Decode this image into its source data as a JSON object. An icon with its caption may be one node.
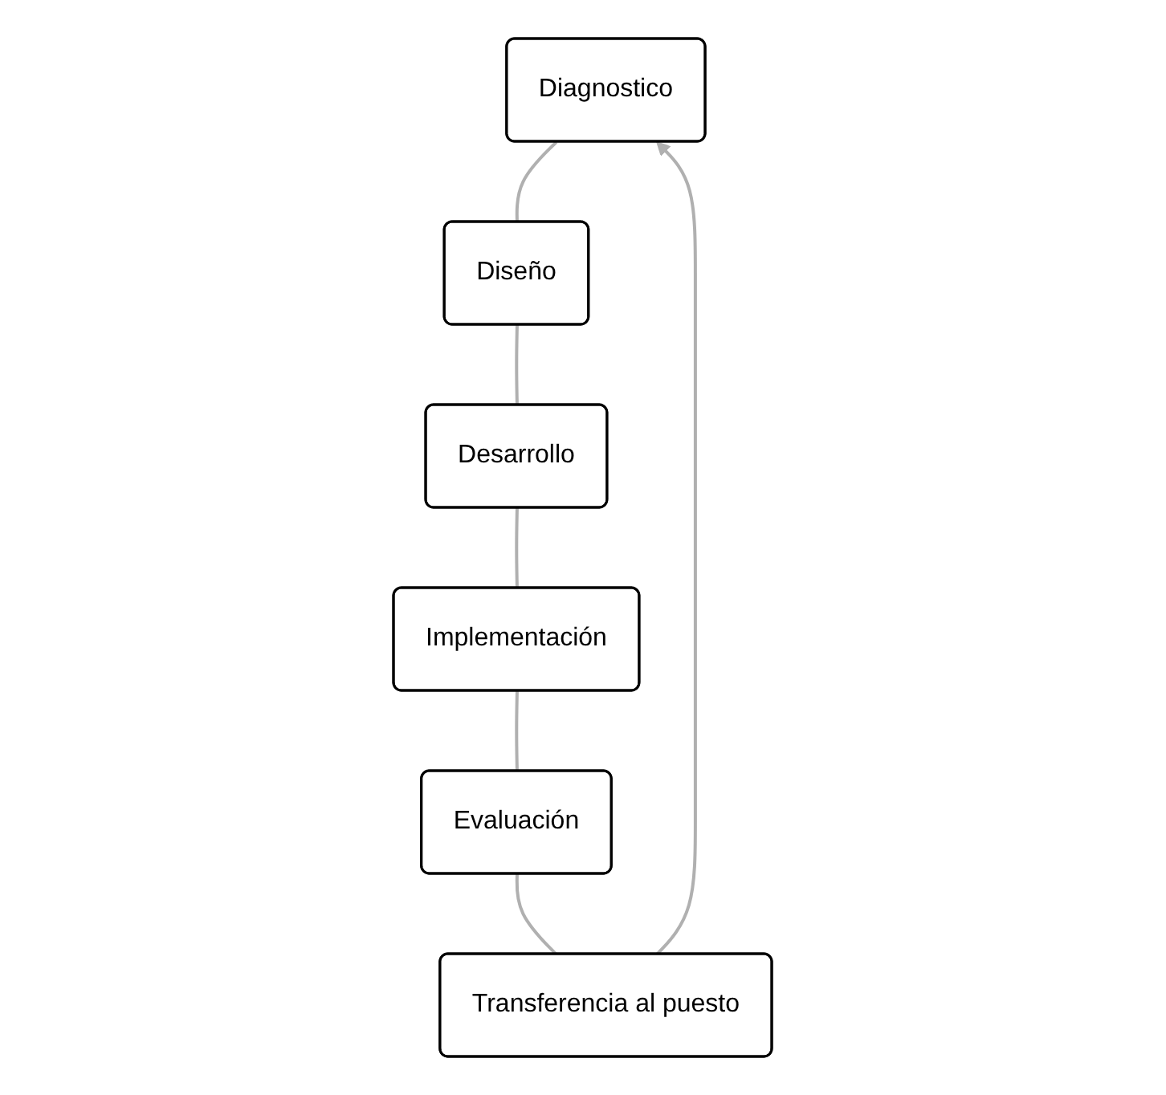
{
  "diagram": {
    "nodes": [
      {
        "text": [
          "Diagnostico"
        ]
      },
      {
        "text": [
          "Diseño"
        ]
      },
      {
        "text": [
          "Desarrollo"
        ]
      },
      {
        "text": [
          "Implementación"
        ]
      },
      {
        "text": [
          "Evaluación"
        ]
      },
      {
        "text": [
          "Transferencia al puesto"
        ]
      }
    ],
    "edges": [
      {
        "from": 0,
        "to": 1,
        "arrow": "none"
      },
      {
        "from": 1,
        "to": 2,
        "arrow": "none"
      },
      {
        "from": 2,
        "to": 3,
        "arrow": "none"
      },
      {
        "from": 3,
        "to": 4,
        "arrow": "none"
      },
      {
        "from": 4,
        "to": 5,
        "arrow": "none"
      },
      {
        "from": 5,
        "to": 0,
        "arrow": "to"
      }
    ]
  }
}
